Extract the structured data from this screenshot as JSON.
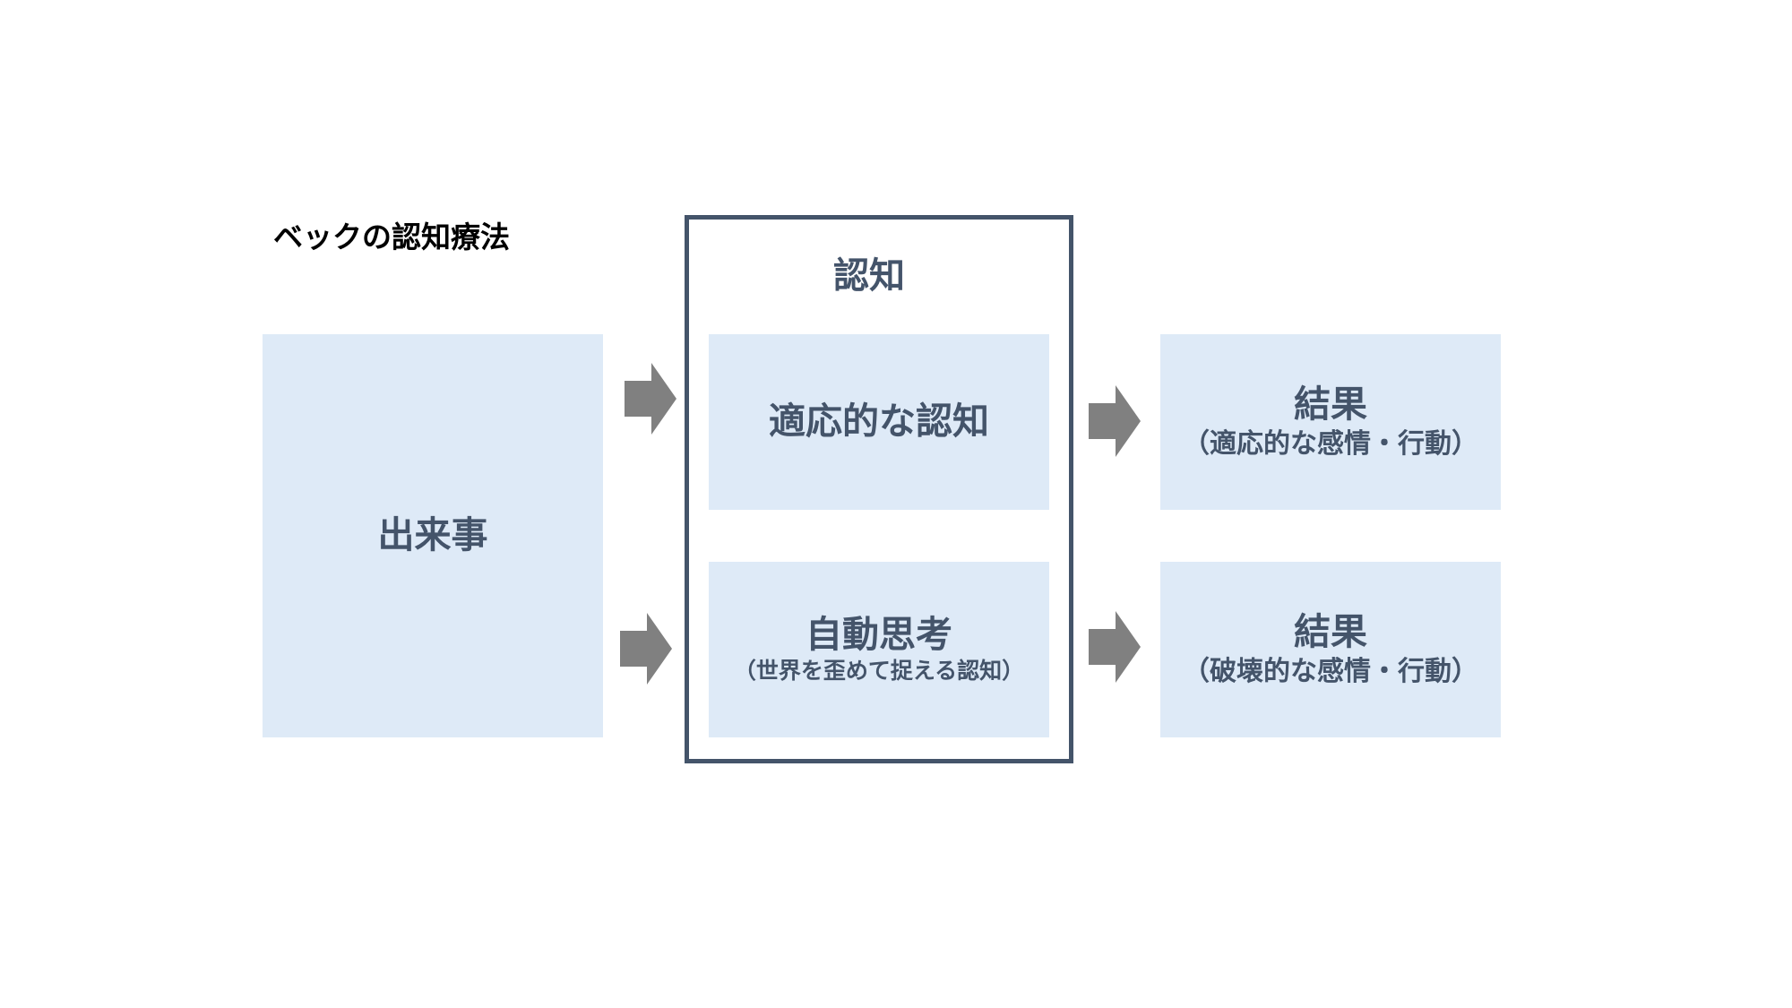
{
  "title": "ベックの認知療法",
  "event": {
    "label": "出来事"
  },
  "cognition": {
    "label": "認知",
    "adaptive": {
      "label": "適応的な認知"
    },
    "automatic": {
      "label": "自動思考",
      "sub": "（世界を歪めて捉える認知）"
    }
  },
  "results": {
    "adaptive": {
      "label": "結果",
      "sub": "（適応的な感情・行動）"
    },
    "destructive": {
      "label": "結果",
      "sub": "（破壊的な感情・行動）"
    }
  },
  "colors": {
    "box_fill": "#deeaf7",
    "text": "#44546a",
    "frame": "#44546a",
    "arrow": "#808080"
  },
  "icons": {
    "arrow": "right-arrow-icon"
  }
}
